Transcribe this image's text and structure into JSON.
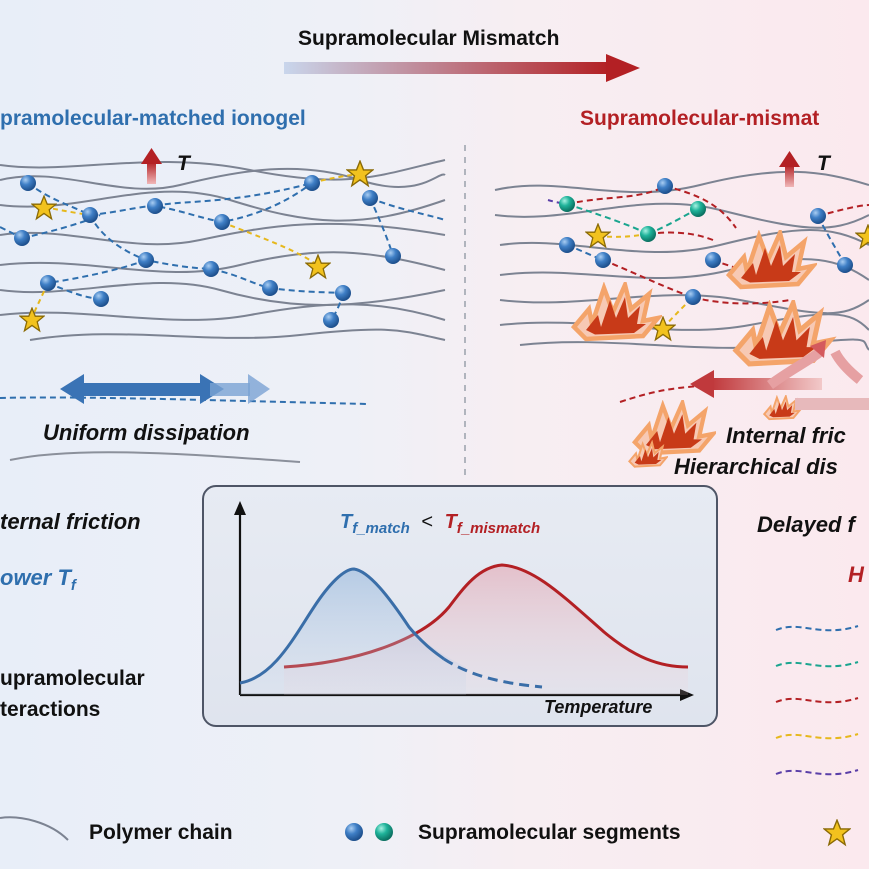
{
  "header": {
    "title": "Supramolecular Mismatch"
  },
  "left_panel": {
    "title": "pramolecular-matched ionogel",
    "temperature_symbol": "T",
    "dissipation_label": "Uniform dissipation",
    "friction_label": "ternal friction",
    "tf_label": "ower T",
    "tf_sub": "f"
  },
  "right_panel": {
    "title": "Supramolecular-mismat",
    "temperature_symbol": "T",
    "friction_label": "Internal fric",
    "dissipation_label": "Hierarchical dis",
    "delayed_label": "Delayed f",
    "h_label": "H"
  },
  "inset": {
    "compare_left": "T",
    "compare_left_sub": "f_match",
    "compare_op": "<",
    "compare_right": "T",
    "compare_right_sub": "f_mismatch",
    "x_axis_label": "Temperature"
  },
  "interactions_label": {
    "line1": "upramolecular",
    "line2": "teractions"
  },
  "legend": {
    "polymer_chain": "Polymer chain",
    "segments": "Supramolecular segments"
  },
  "colors": {
    "blue": "#2f6fae",
    "red": "#b32024",
    "teal": "#1aa58f",
    "gold": "#e6b81c",
    "purple": "#5a3fa8",
    "chain": "#7c8392"
  }
}
